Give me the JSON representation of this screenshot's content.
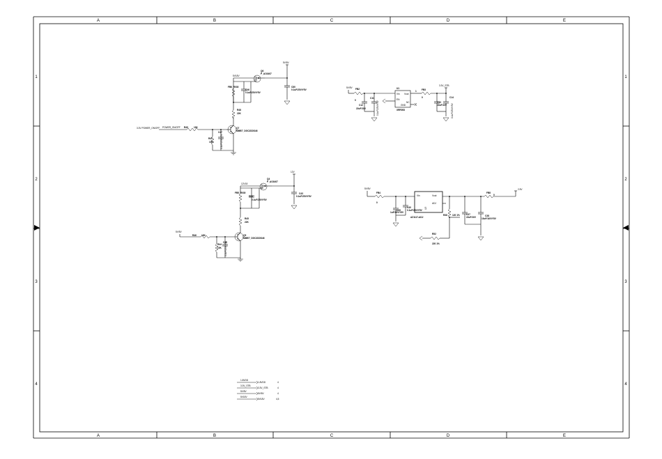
{
  "border": {
    "columns": [
      "A",
      "B",
      "C",
      "D",
      "E"
    ],
    "rows": [
      "1",
      "2",
      "3",
      "4"
    ]
  },
  "circuit1": {
    "net_in": "3.3V",
    "signal_in": "3.3V POWER_ON/OFF",
    "signal_net": "POWER_ON/OFF",
    "r_in_ref": "R49",
    "r_in_val": "10K",
    "r_pd_ref": "R47",
    "r_pd_val": "10K",
    "c_base_ref": "C47",
    "c_base_val": "0.1uF/25V/Y5V",
    "q_npn_ref": "Q7",
    "q_npn_val": "MMBT_DGC2DDS46",
    "r_col_ref": "R48",
    "r_col_val": "22K",
    "r_gate_ref": "FB6_R030",
    "c_gate_ref": "C46",
    "c_gate_val": "0.1uF/25V/Y5V",
    "q_pmos_ref": "Q6",
    "q_pmos_val": "P_AO3407",
    "vin": "5V18V",
    "vout": "5V/5V",
    "c_out_ref": "C80",
    "c_out_val": "0.1uF/25V/Y5V"
  },
  "circuit2": {
    "net_in": "5V/5V",
    "r_in_ref": "R46",
    "r_in_val": "10K",
    "r_pd_ref": "R44",
    "r_pd_val": "10K",
    "c_base_ref": "C45",
    "c_base_val": "0.1uF/25V/Y5V",
    "q_npn_ref": "Q5",
    "q_npn_val": "MMBT_DGC2DDS46",
    "r_col_ref": "R45",
    "r_col_val": "22K",
    "r_gate_ref": "FB5_R030",
    "c_gate_ref": "C44",
    "c_gate_val": "0.1uF/25V/Y5V",
    "q_pmos_ref": "Q4",
    "q_pmos_val": "P_AO3407",
    "vin": "12V18",
    "vout": "12V",
    "c_out_ref": "C43",
    "c_out_val": "0.1uF/25V/Y5V"
  },
  "regulator1": {
    "net_in": "5V/5V",
    "fb_in_ref": "FB2",
    "fb_in_note": "0",
    "c_in1_ref": "C12",
    "c_in1_val": "22uF/10V",
    "c_in2_ref": "C11",
    "c_in2_val": "0.1uF/25V/Y5V",
    "ic_ref": "U1",
    "ic_part": "XRR053",
    "ic_pin_vin": "Vin",
    "ic_pin_vout": "Vout",
    "ic_pin_en": "EN",
    "ic_pin_gnd": "GND",
    "ic_pin_nc": "NC",
    "fb_out_ref": "FB3",
    "fb_out_note": "0",
    "net_out": "3.3V_STB",
    "c_out1_ref": "C13",
    "c_out1_val": "22uF/10V",
    "c_out2_ref": "C14",
    "c_out2_val": "0.1uF/25V/Y5V",
    "pin_mark": "1"
  },
  "regulator2": {
    "net_in": "5V/5V",
    "fb_in_ref": "FB4",
    "fb_in_note": "0",
    "c_in1_ref": "C39",
    "c_in1_val": "1uF/10V/Y5V",
    "c_in2_ref": "C40",
    "c_in2_val": "0.1uF/25V/Y5V",
    "ic_ref": "U3",
    "ic_part": "AZ1117-ADJ",
    "ic_pin_vin": "Vin",
    "ic_pin_vout": "Vout",
    "ic_pin_adj": "ADJ",
    "r_top_ref": "R38",
    "r_top_val": "120 1%",
    "r_bot_ref": "R52",
    "r_bot_val": "220 1%",
    "c_out1_ref": "C37",
    "c_out1_val": "22uF/10V",
    "c_out2_ref": "C38",
    "c_out2_val": "10uF/16V/Y5V",
    "fb_out_ref": "FB8",
    "fb_out_note": "0",
    "net_out": "2.5V"
  },
  "net_table": {
    "rows": [
      {
        "name": "1.8VDD",
        "port": "1.8VDD",
        "pin": "4"
      },
      {
        "name": "3.3V_STB",
        "port": "3.3V_STB",
        "pin": "4"
      },
      {
        "name": "5V/5V",
        "port": "5V/5V",
        "pin": "4"
      },
      {
        "name": "5V18V",
        "port": "5V18V",
        "pin": "4,5"
      }
    ]
  }
}
